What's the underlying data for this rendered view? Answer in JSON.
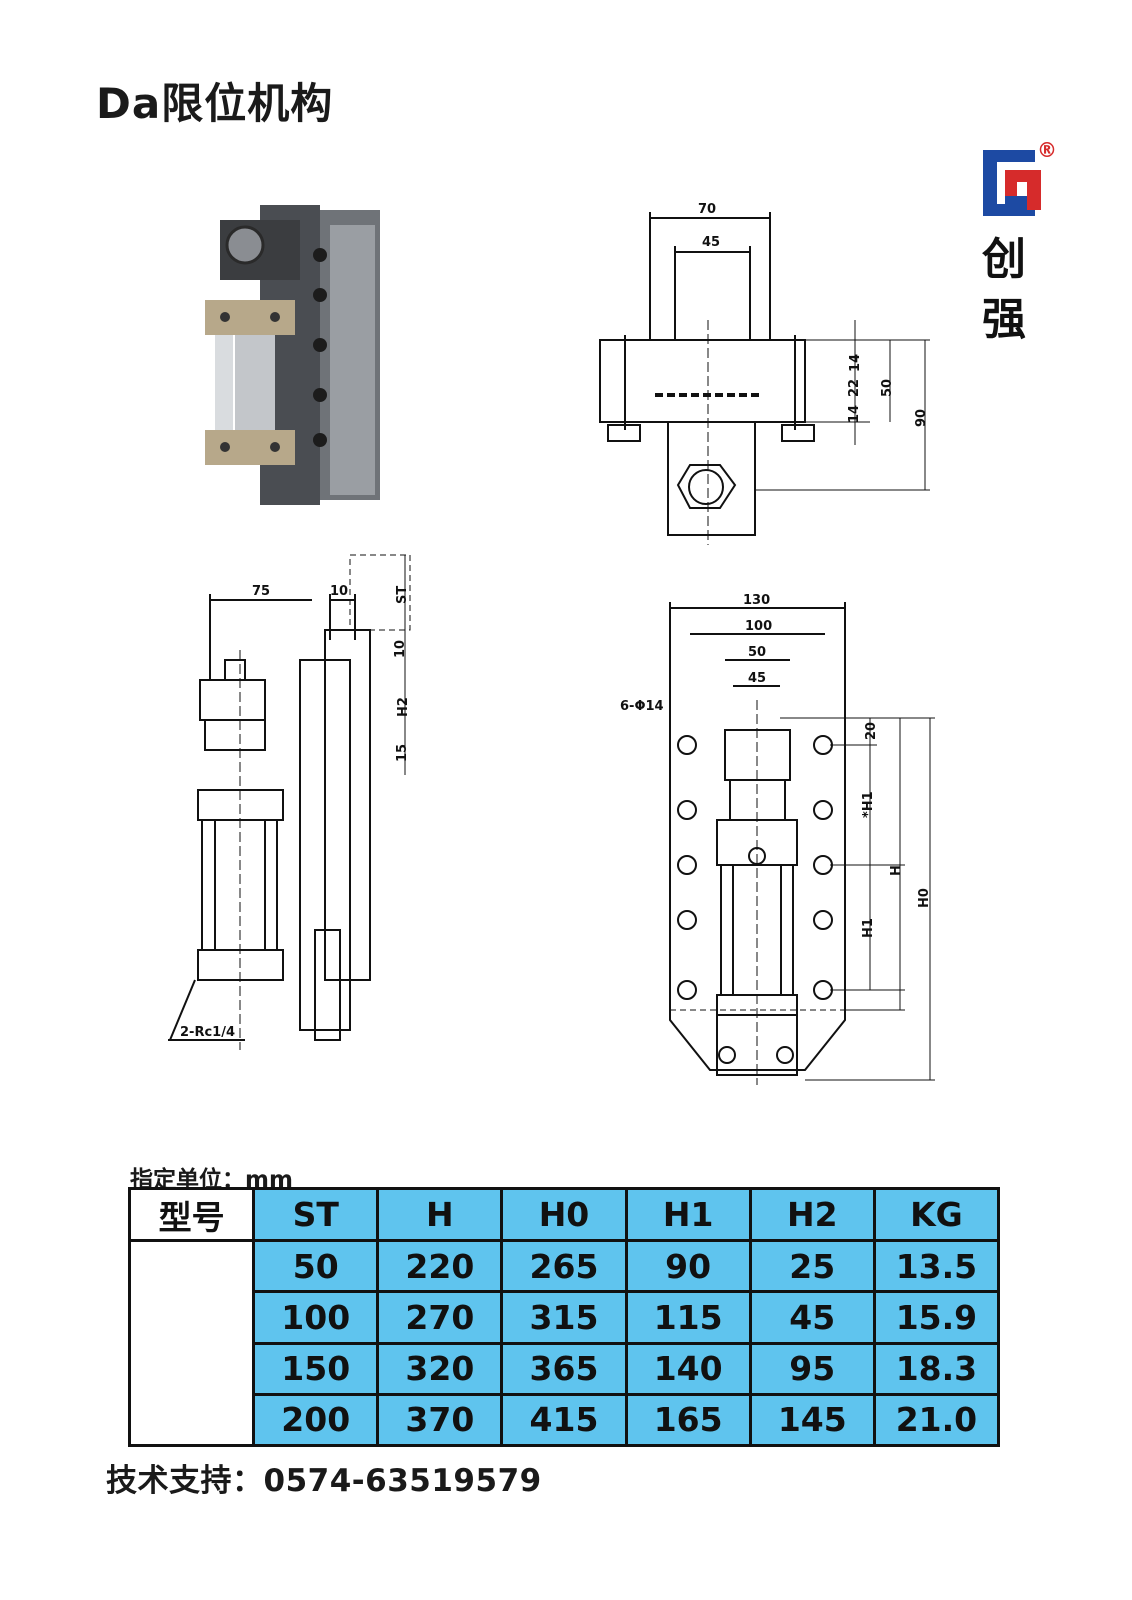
{
  "title": "Da限位机构",
  "logo": {
    "brand_line1": "创",
    "brand_line2": "强",
    "registered": "®"
  },
  "top_view": {
    "dims": {
      "d70": "70",
      "d45": "45",
      "d14a": "14",
      "d22": "22",
      "d14b": "14",
      "d50": "50",
      "d90": "90"
    }
  },
  "side_view": {
    "dims": {
      "d75": "75",
      "d10a": "10",
      "st": "ST",
      "d10b": "10",
      "h2": "H2",
      "d15": "15",
      "port": "2-Rc1/4"
    }
  },
  "front_view": {
    "dims": {
      "d130": "130",
      "d100": "100",
      "d50": "50",
      "d45": "45",
      "holes": "6-Φ14",
      "d20": "20",
      "h1_star": "*H1",
      "h": "H",
      "h0": "H0",
      "h1": "H1"
    }
  },
  "unit_note": "指定单位：mm",
  "table": {
    "headers": [
      "型号",
      "ST",
      "H",
      "H0",
      "H1",
      "H2",
      "KG"
    ],
    "rows": [
      [
        "50",
        "220",
        "265",
        "90",
        "25",
        "13.5"
      ],
      [
        "100",
        "270",
        "315",
        "115",
        "45",
        "15.9"
      ],
      [
        "150",
        "320",
        "365",
        "140",
        "95",
        "18.3"
      ],
      [
        "200",
        "370",
        "415",
        "165",
        "145",
        "21.0"
      ]
    ]
  },
  "support": "技术支持：0574-63519579",
  "colors": {
    "table_fill": "#5fc4ee",
    "logo_blue": "#1d4aa3",
    "logo_red": "#d62b2b"
  }
}
